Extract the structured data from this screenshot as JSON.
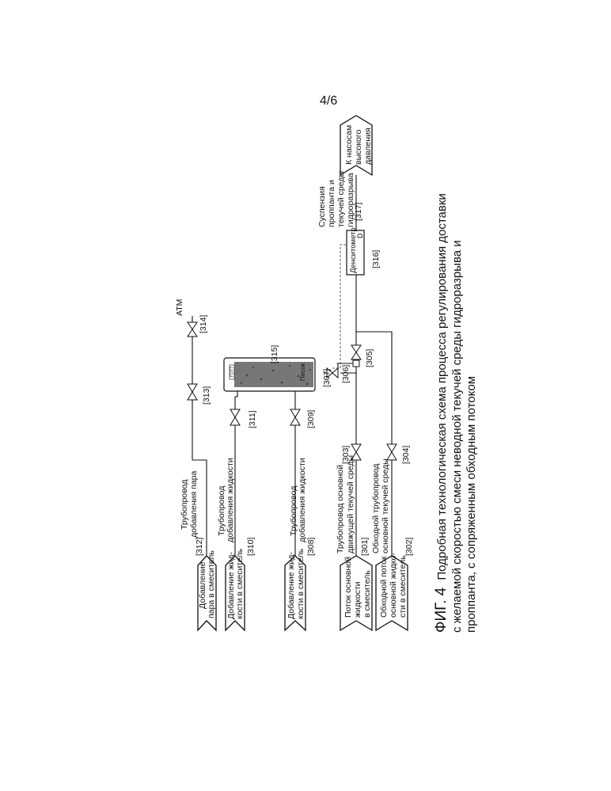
{
  "page_number": "4/6",
  "caption": {
    "fig": "ФИГ. 4",
    "line1": "Подробная технологическая схема процесса регулирования доставки",
    "line2": "с желаемой скоростью смеси неводной текучей среды гидроразрыва и",
    "line3": "проппанта, с сопряженным обходным потоком"
  },
  "sources": {
    "steam": [
      "Добавление",
      "пара в смеситель"
    ],
    "liquid": [
      "Добавление жид-",
      "кости в смеситель"
    ],
    "liquid2": [
      "Добавление жид-",
      "кости в смеситель"
    ],
    "main_flow": [
      "Поток основной",
      "жидкости",
      "в смеситель"
    ],
    "bypass": [
      "Обходной поток",
      "основной жидко-",
      "сти в смеситель"
    ]
  },
  "lines": {
    "steam": [
      "Трубопровод",
      "добавления пара"
    ],
    "liquid": [
      "Трубопровод",
      "добавления жидкости"
    ],
    "liquid2": [
      "Трубопровод",
      "добавления жидкости"
    ],
    "main": [
      "Трубопровод основной",
      "движущей текучей среды"
    ],
    "bypass": [
      "Обходной трубопровод",
      "основной текучей среды"
    ]
  },
  "refs": {
    "r301": "[301]",
    "r302": "[302]",
    "r303": "[303]",
    "r304": "[304]",
    "r305": "[305]",
    "r306": "[306]",
    "r307": "[307]",
    "r308": "[308]",
    "r309": "[309]",
    "r310": "[310]",
    "r311": "[311]",
    "r312": "[312]",
    "r313": "[313]",
    "r314": "[314]",
    "r315": "[315]",
    "r316": "[316]",
    "r317": "[317]"
  },
  "atm": "ATM",
  "mixer": {
    "top_label": "ГОТТ",
    "sand_label": "Песок"
  },
  "densitometer": {
    "label": "Денситометр",
    "symbol": "D"
  },
  "slurry": [
    "Суспензия",
    "проппанта и",
    "текучей среды",
    "гидроразрыва"
  ],
  "destination": [
    "К насосам",
    "высокого",
    "давления"
  ]
}
